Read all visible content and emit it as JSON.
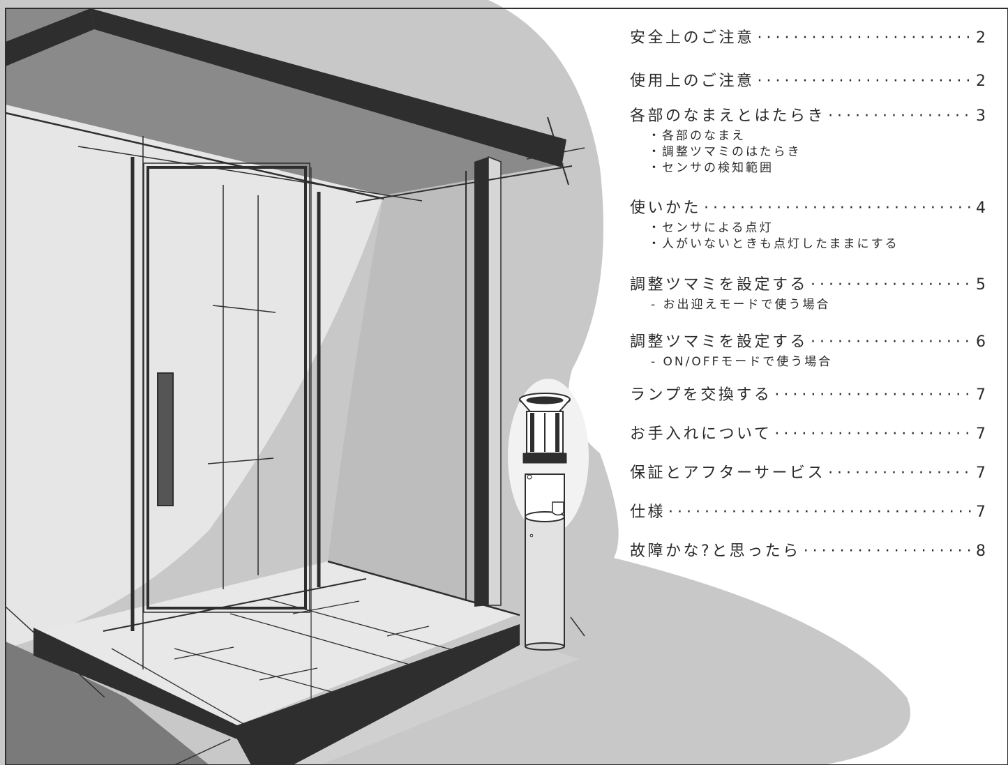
{
  "colors": {
    "background_blob": "#c8c8c8",
    "dark_structure": "#2e2e2e",
    "wall_light": "#e4e4e4",
    "shadow_mid": "#b4b4b4",
    "text": "#2a2a2a"
  },
  "toc": {
    "leader": "··································································",
    "entries": [
      {
        "title": "安全上のご注意 ",
        "page": "2",
        "subs": []
      },
      {
        "title": "使用上のご注意 ",
        "page": "2",
        "subs": []
      },
      {
        "title": "各部のなまえとはたらき ",
        "page": "3",
        "subs": [
          "・各部のなまえ",
          "・調整ツマミのはたらき",
          "・センサの検知範囲"
        ]
      },
      {
        "title": "使いかた",
        "page": "4",
        "subs": [
          "・センサによる点灯",
          "・人がいないときも点灯したままにする"
        ]
      },
      {
        "title": "調整ツマミを設定する ",
        "page": "5",
        "subs": [
          "- お出迎えモードで使う場合"
        ]
      },
      {
        "title": "調整ツマミを設定する ",
        "page": "6",
        "subs": [
          "- ON/OFFモードで使う場合"
        ]
      },
      {
        "title": "ランプを交換する",
        "page": "7",
        "subs": []
      },
      {
        "title": "お手入れについて",
        "page": "7",
        "subs": []
      },
      {
        "title": "保証とアフターサービス ",
        "page": "7",
        "subs": []
      },
      {
        "title": "仕様 ",
        "page": "7",
        "subs": []
      },
      {
        "title": "故障かな?と思ったら ",
        "page": "8",
        "subs": []
      }
    ]
  }
}
